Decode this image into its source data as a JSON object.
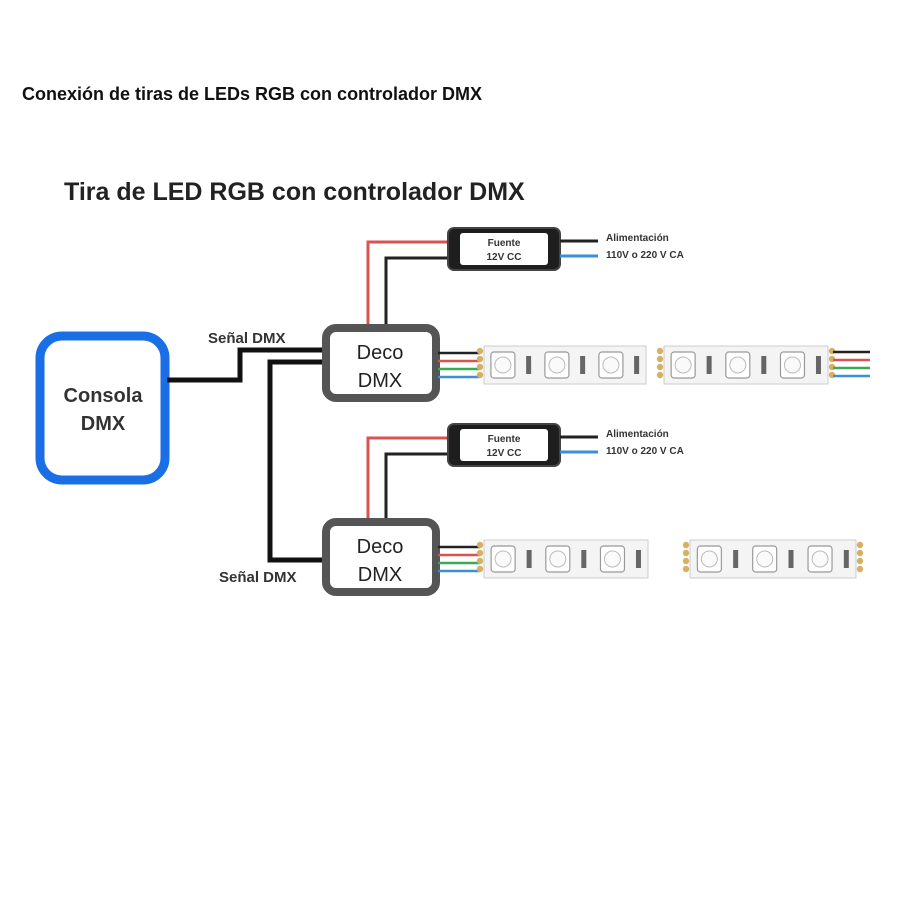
{
  "page_title": "Conexión de tiras de LEDs RGB con controlador DMX",
  "diagram": {
    "title": "Tira de LED RGB con controlador DMX",
    "console": {
      "line1": "Consola",
      "line2": "DMX"
    },
    "signal_label_top": "Señal DMX",
    "signal_label_bottom": "Señal DMX",
    "decoder_top": {
      "line1": "Deco",
      "line2": "DMX"
    },
    "decoder_bottom": {
      "line1": "Deco",
      "line2": "DMX"
    },
    "power_top": {
      "line1": "Fuente",
      "line2": "12V CC"
    },
    "power_bottom": {
      "line1": "Fuente",
      "line2": "12V CC"
    },
    "supply_top": {
      "line1": "Alimentación",
      "line2": "110V o 220 V CA"
    },
    "supply_bottom": {
      "line1": "Alimentación",
      "line2": "110V o 220 V CA"
    }
  },
  "colors": {
    "console_border": "#1a6fe6",
    "wire_dmx": "#111111",
    "wire_red": "#d9534f",
    "wire_green": "#3aaa55",
    "wire_blue": "#3b8fd6",
    "box_border": "#555555",
    "strip_pad": "#d8b064"
  }
}
